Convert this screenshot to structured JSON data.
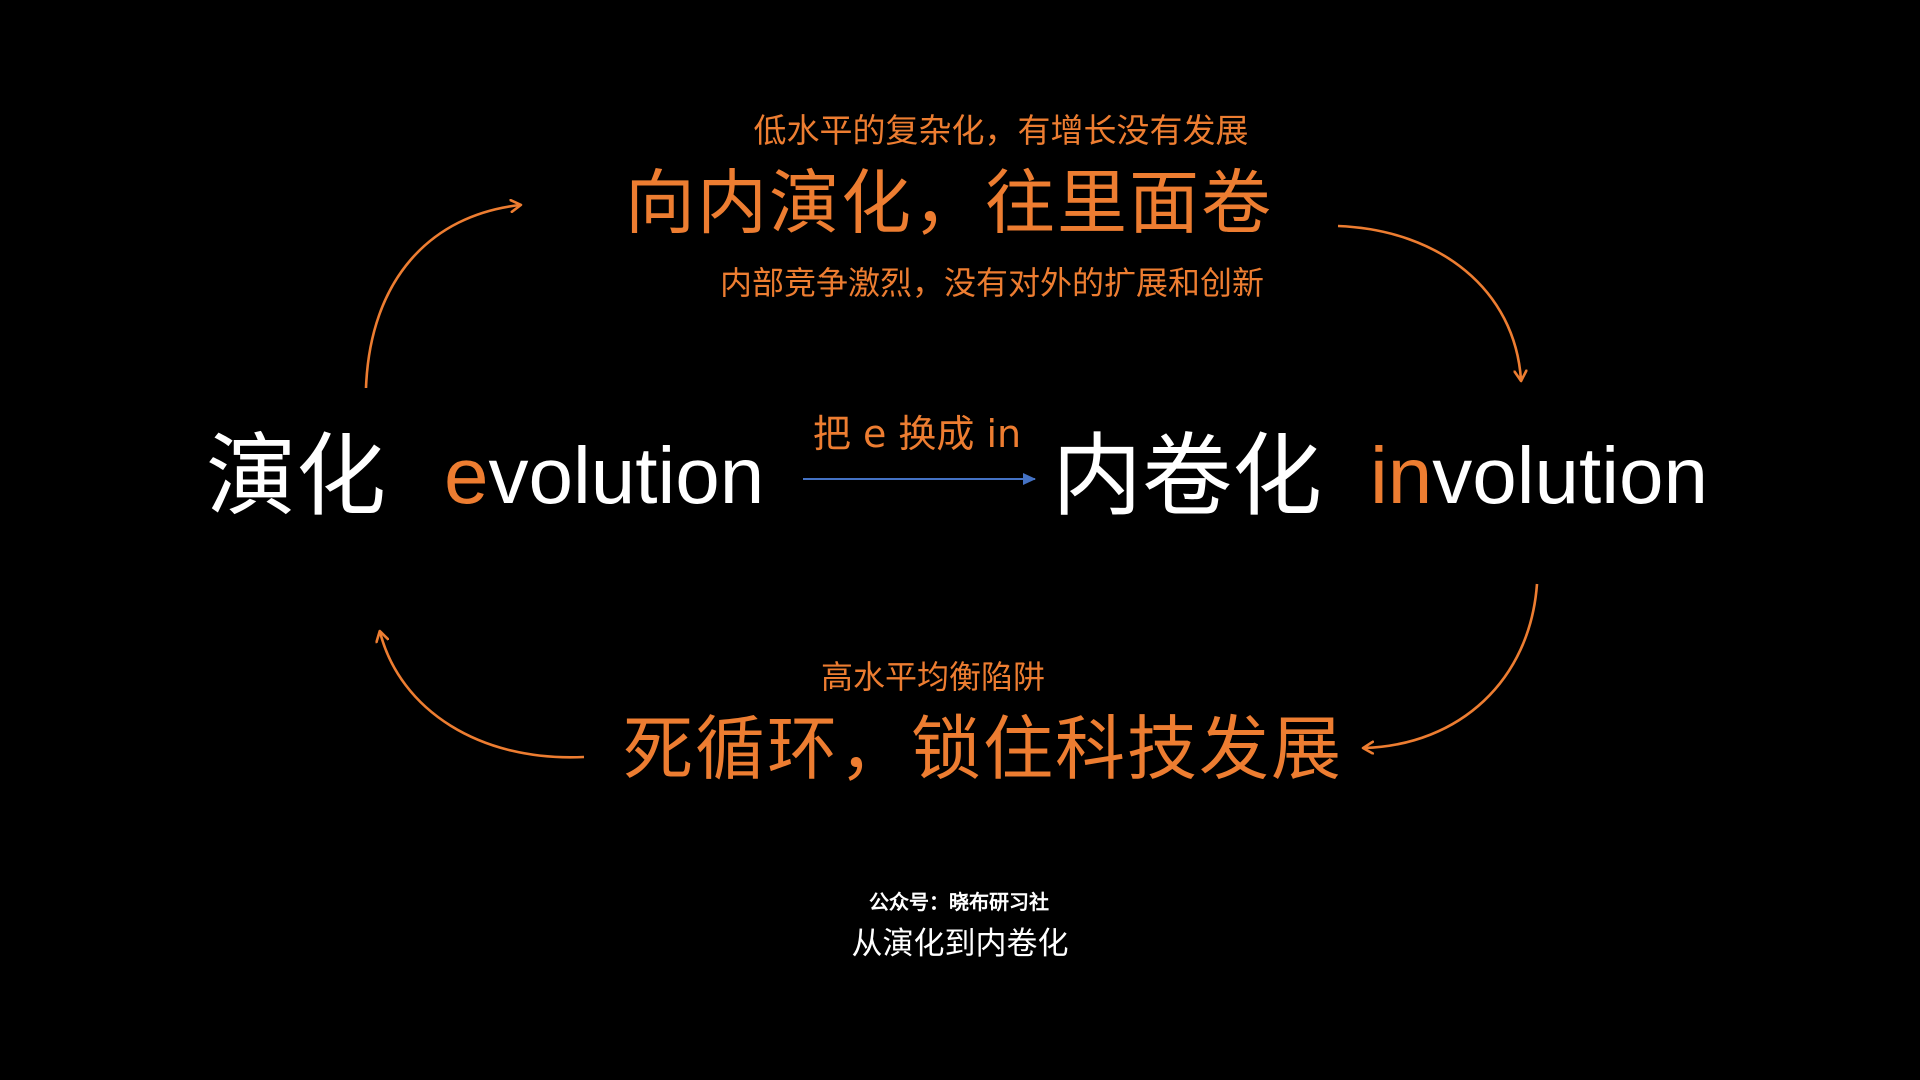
{
  "colors": {
    "background": "#000000",
    "accent_orange": "#ED7D31",
    "text_white": "#FFFFFF",
    "arrow_blue": "#4472C4"
  },
  "top": {
    "subtitle": "低水平的复杂化，有增长没有发展",
    "headline": "向内演化，往里面卷",
    "description": "内部竞争激烈，没有对外的扩展和创新"
  },
  "center": {
    "evolution_cn": "演化",
    "evolution_en_highlight": "e",
    "evolution_en_rest": "volution",
    "swap_label": "把 e 换成 in",
    "involution_cn": "内卷化",
    "involution_en_highlight": "in",
    "involution_en_rest": "volution"
  },
  "bottom": {
    "subtitle": "高水平均衡陷阱",
    "headline": "死循环，锁住科技发展"
  },
  "footer": {
    "credit": "公众号：晓布研习社",
    "caption": "从演化到内卷化"
  },
  "icons": {
    "cycle_arrows": [
      "arc-arrow-up-right-icon",
      "arc-arrow-down-right-icon",
      "arc-arrow-down-left-icon",
      "arc-arrow-up-left-icon"
    ],
    "center_arrow": "arrow-right-icon"
  }
}
